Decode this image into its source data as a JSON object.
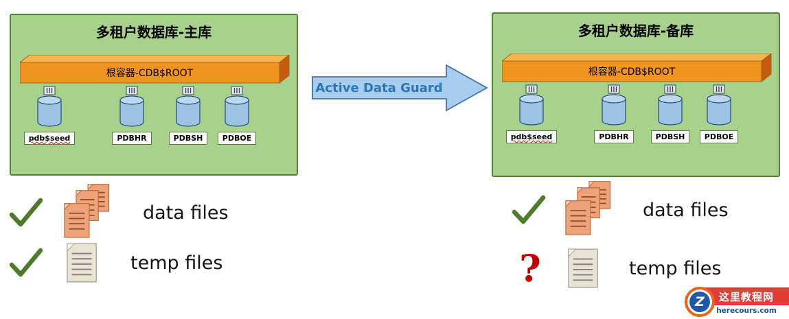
{
  "primary_panel": {
    "title": "多租户数据库-主库",
    "root_container_label": "根容器-CDB$ROOT",
    "pdbs": [
      {
        "label": "pdb$seed"
      },
      {
        "label": "PDBHR"
      },
      {
        "label": "PDBSH"
      },
      {
        "label": "PDBOE"
      }
    ]
  },
  "standby_panel": {
    "title": "多租户数据库-备库",
    "root_container_label": "根容器-CDB$ROOT",
    "pdbs": [
      {
        "label": "pdb$seed"
      },
      {
        "label": "PDBHR"
      },
      {
        "label": "PDBSH"
      },
      {
        "label": "PDBOE"
      }
    ]
  },
  "replication_arrow": {
    "label": "Active Data Guard"
  },
  "primary_files": [
    {
      "status": "check",
      "label": "data files"
    },
    {
      "status": "check",
      "label": "temp files"
    }
  ],
  "standby_files": [
    {
      "status": "check",
      "label": "data files"
    },
    {
      "status": "question",
      "question_glyph": "?",
      "label": "temp files"
    }
  ],
  "watermark": {
    "site_name": "这里教程网",
    "site_url": "herecours.com",
    "logo_letter": "Z"
  },
  "colors": {
    "panel_bg": "#A9D18E",
    "panel_border": "#538135",
    "root_bar_orange": "#F0941F",
    "cylinder_blue": "#9CC3E5",
    "arrow_fill": "#A9CDEE",
    "arrow_text": "#2E75B6",
    "check_green": "#4E7A2B",
    "question_red": "#C00000",
    "data_files_icon": "#EDA27C",
    "temp_files_icon": "#EAE3D4",
    "watermark_red": "#E23B36"
  }
}
